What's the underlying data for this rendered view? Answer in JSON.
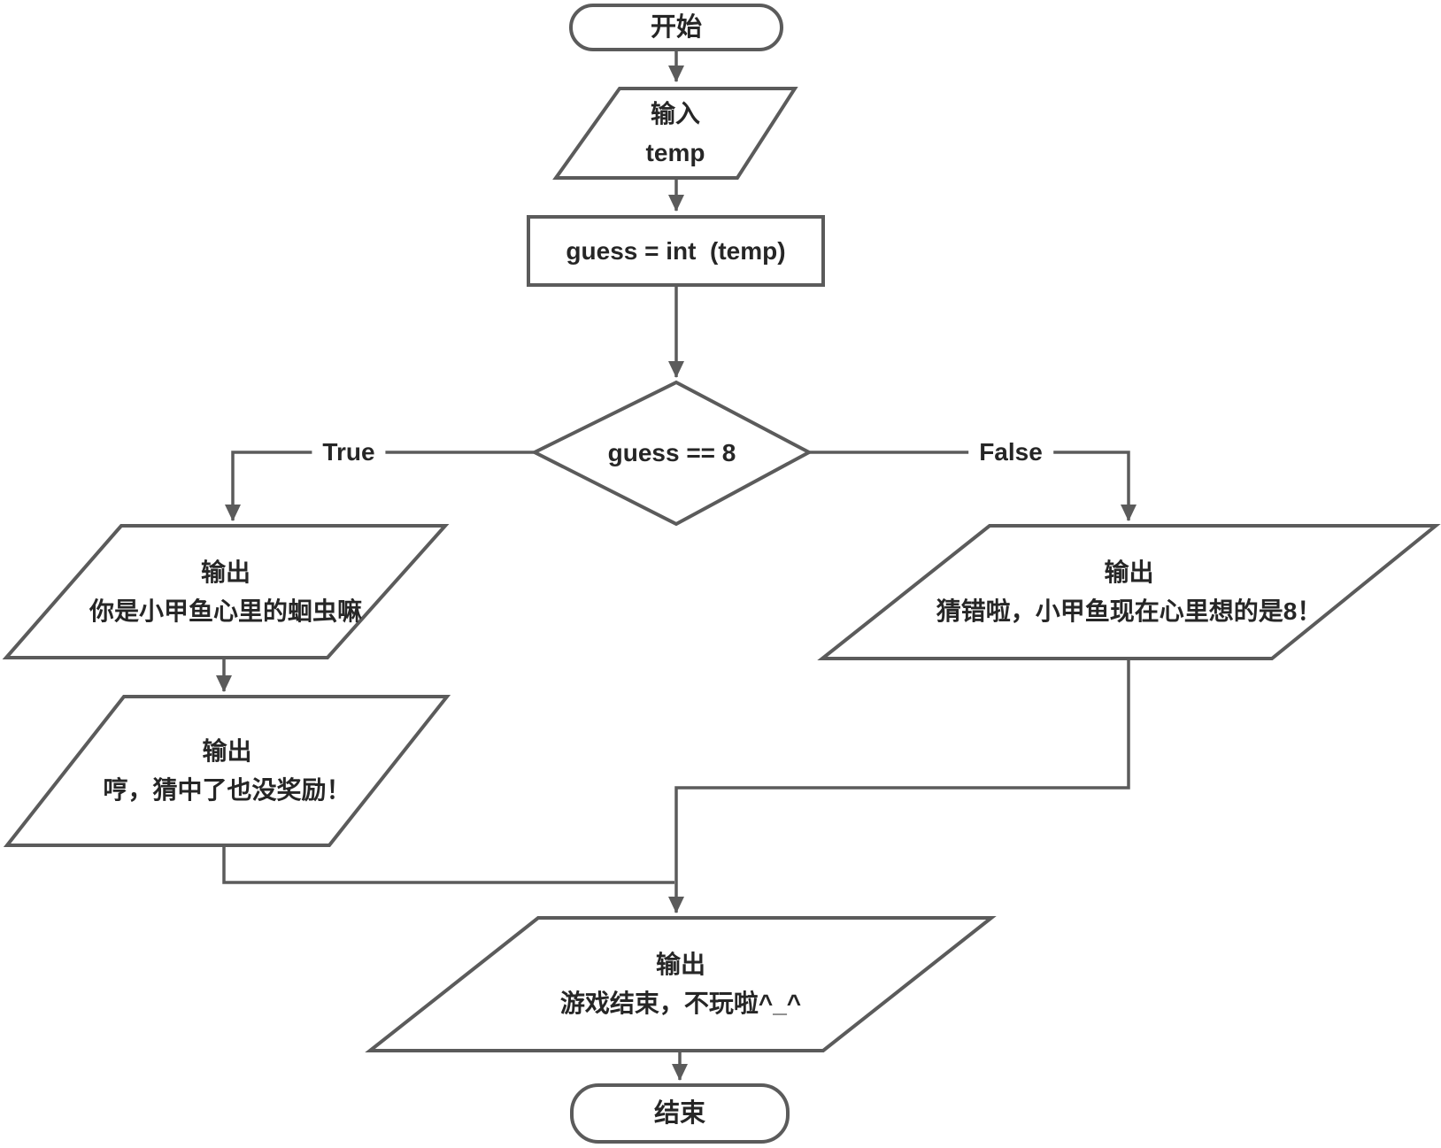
{
  "colors": {
    "line": "#5b5b5b",
    "text": "#262626",
    "shape_fill": "#ffffff",
    "background": "#ffffff"
  },
  "flowchart": {
    "start": {
      "label": "开始"
    },
    "input_temp": {
      "line1": "输入",
      "line2": "temp"
    },
    "assign": {
      "label": "guess = int  (temp)"
    },
    "decision": {
      "label": "guess == 8"
    },
    "branch_true": {
      "label": "True"
    },
    "branch_false": {
      "label": "False"
    },
    "output_true_1": {
      "line1": "输出",
      "line2": "你是小甲鱼心里的蛔虫嘛"
    },
    "output_true_2": {
      "line1": "输出",
      "line2": "哼，猜中了也没奖励！"
    },
    "output_false": {
      "line1": "输出",
      "line2": "猜错啦，小甲鱼现在心里想的是8！"
    },
    "output_end": {
      "line1": "输出",
      "line2": "游戏结束，不玩啦^_^"
    },
    "end": {
      "label": "结束"
    }
  }
}
